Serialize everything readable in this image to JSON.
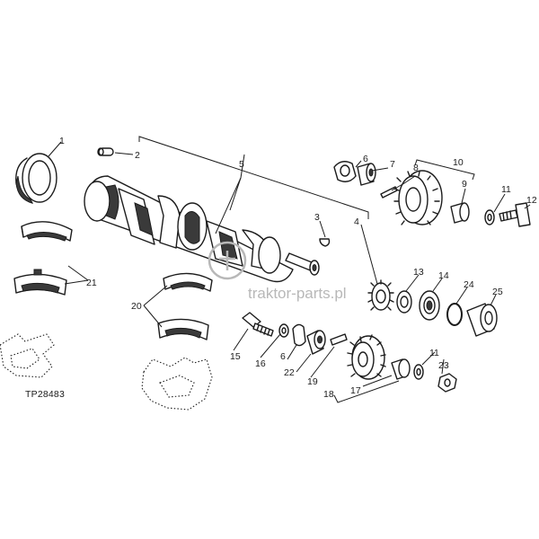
{
  "figure": {
    "code": "TP28483",
    "watermark": "traktor-parts.pl"
  },
  "callouts": {
    "c1": "1",
    "c2": "2",
    "c3": "3",
    "c4": "4",
    "c5": "5",
    "c6a": "6",
    "c6b": "6",
    "c7": "7",
    "c8": "8",
    "c9": "9",
    "c10": "10",
    "c11a": "11",
    "c11b": "11",
    "c12": "12",
    "c13": "13",
    "c14": "14",
    "c15": "15",
    "c16": "16",
    "c17": "17",
    "c18": "18",
    "c19": "19",
    "c20": "20",
    "c21": "21",
    "c22": "22",
    "c23": "23",
    "c24": "24",
    "c25": "25"
  },
  "colors": {
    "ink": "#1c1c1c",
    "watermark": "#b8b8b8",
    "background": "#ffffff"
  }
}
